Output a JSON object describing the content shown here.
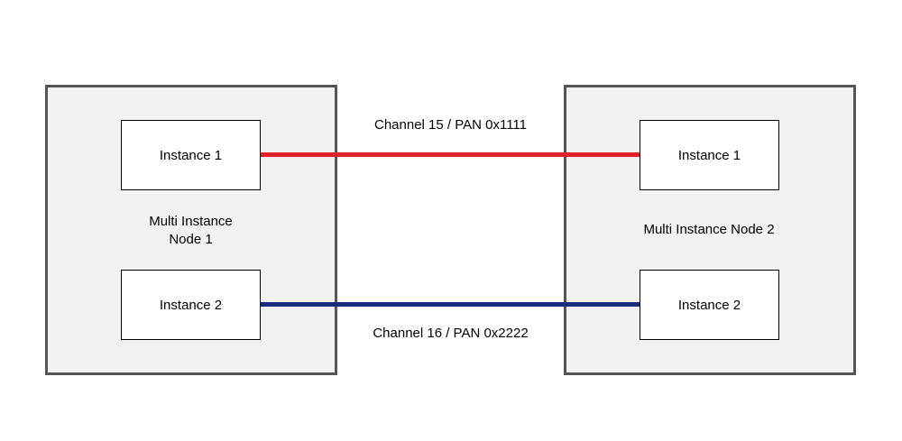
{
  "node1": {
    "title_line1": "Multi Instance",
    "title_line2": "Node 1",
    "instance1": "Instance 1",
    "instance2": "Instance 2"
  },
  "node2": {
    "title": "Multi Instance Node 2",
    "instance1": "Instance 1",
    "instance2": "Instance 2"
  },
  "links": {
    "top": {
      "label": "Channel 15 / PAN 0x1111",
      "color": "#e0202a"
    },
    "bottom": {
      "label": "Channel 16 / PAN 0x2222",
      "color": "#1c2c7c"
    }
  },
  "colors": {
    "node_fill": "#f2f2f2",
    "node_border": "#555555"
  }
}
